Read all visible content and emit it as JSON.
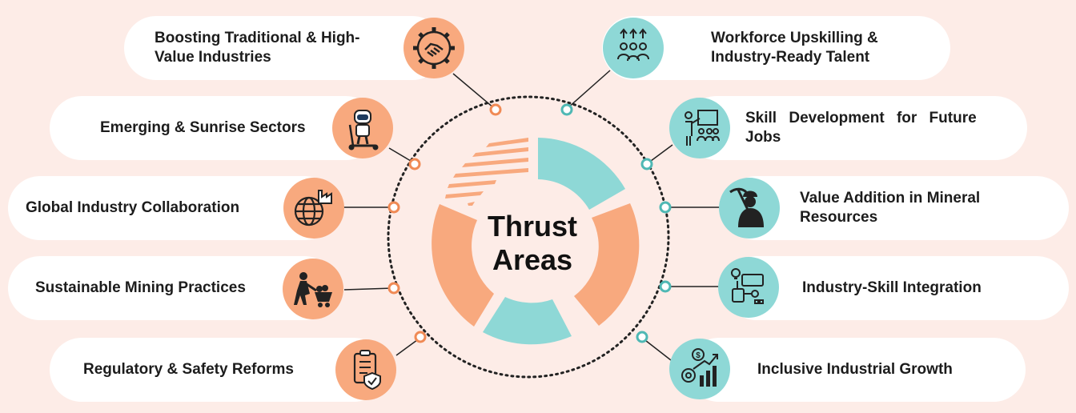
{
  "center": {
    "line1": "Thrust",
    "line2": "Areas"
  },
  "colors": {
    "orange": "#f8a97e",
    "teal": "#8ed8d6",
    "background": "#fdece7"
  },
  "left_items": [
    {
      "label": "Boosting Traditional & High-Value Industries",
      "icon": "handshake-gear-icon"
    },
    {
      "label": "Emerging & Sunrise Sectors",
      "icon": "robot-scooter-icon"
    },
    {
      "label": "Global Industry Collaboration",
      "icon": "globe-factory-icon"
    },
    {
      "label": "Sustainable Mining Practices",
      "icon": "miner-cart-icon"
    },
    {
      "label": "Regulatory & Safety Reforms",
      "icon": "checklist-shield-icon"
    }
  ],
  "right_items": [
    {
      "label": "Workforce Upskilling & Industry-Ready Talent",
      "icon": "people-arrows-icon"
    },
    {
      "label": "Skill Development for Future Jobs",
      "icon": "presentation-team-icon"
    },
    {
      "label": "Value Addition in Mineral Resources",
      "icon": "miner-pickaxe-icon"
    },
    {
      "label": "Industry-Skill Integration",
      "icon": "lightbulb-process-icon"
    },
    {
      "label": "Inclusive Industrial Growth",
      "icon": "growth-chart-gear-icon"
    }
  ]
}
